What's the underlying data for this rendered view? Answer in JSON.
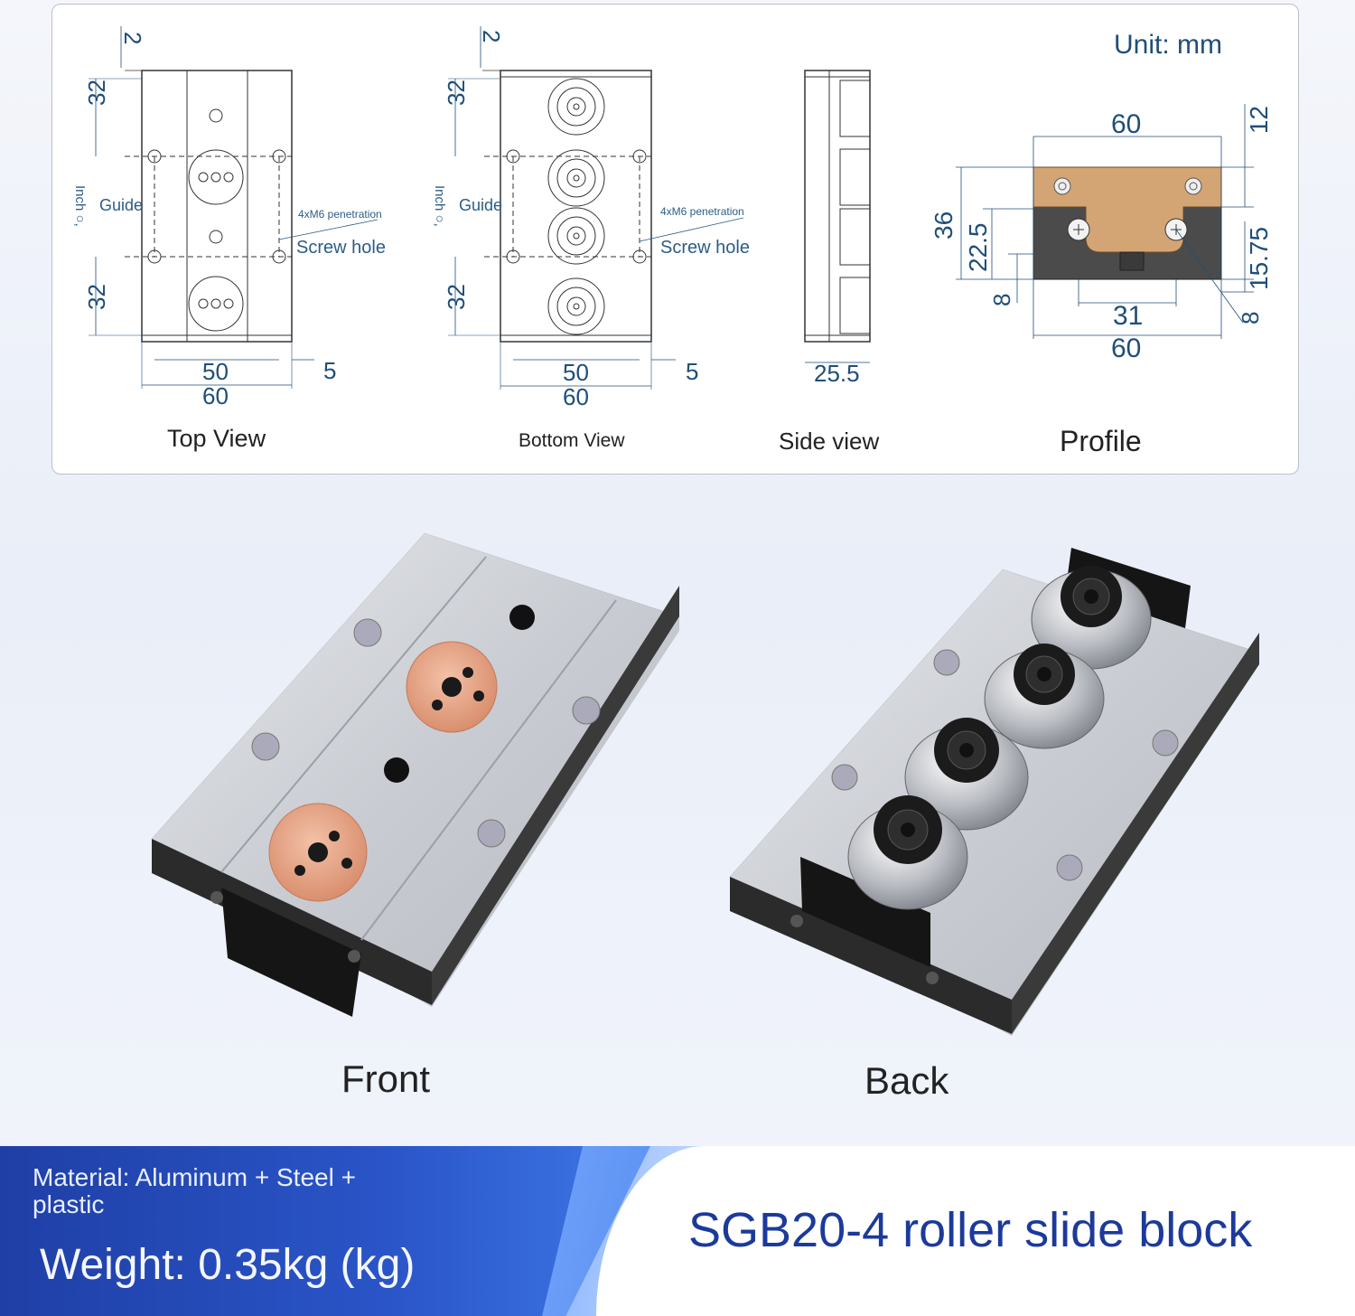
{
  "drawing": {
    "unit_label": "Unit: mm",
    "dims": {
      "two": "2",
      "thirty_two": "32",
      "fifty": "50",
      "sixty": "60",
      "five": "5",
      "twenty_five_five": "25.5",
      "twelve": "12",
      "thirty_six": "36",
      "twenty_two_five": "22.5",
      "eight": "8",
      "fifteen_seventy_five": "15.75",
      "thirty_one": "31"
    },
    "notes": {
      "inch": "Inch ○,",
      "guide": "Guide",
      "penetration": "4xM6 penetration",
      "screw_hole": "Screw hole"
    },
    "views": {
      "top": "Top View",
      "bottom": "Bottom View",
      "side": "Side view",
      "profile": "Profile"
    }
  },
  "product": {
    "front_label": "Front",
    "back_label": "Back"
  },
  "specs": {
    "material": "Material: Aluminum + Steel + plastic",
    "weight": "Weight: 0.35kg (kg)",
    "title": "SGB20-4 roller slide block"
  },
  "colors": {
    "accent_blue": "#2a55c8",
    "title_blue": "#1c3a9a",
    "dim_blue": "#1f4e79",
    "profile_brown": "#d4a574"
  }
}
